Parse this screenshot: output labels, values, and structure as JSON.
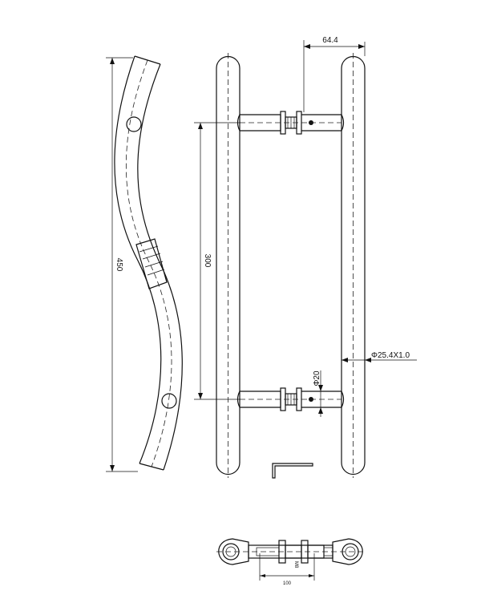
{
  "dimensions": {
    "length": "450",
    "center_distance": "300",
    "projection": "64.4",
    "tube_spec": "Φ25.4X1.0",
    "standoff_diameter": "Φ20",
    "base_width": "100",
    "thread": "M8"
  }
}
